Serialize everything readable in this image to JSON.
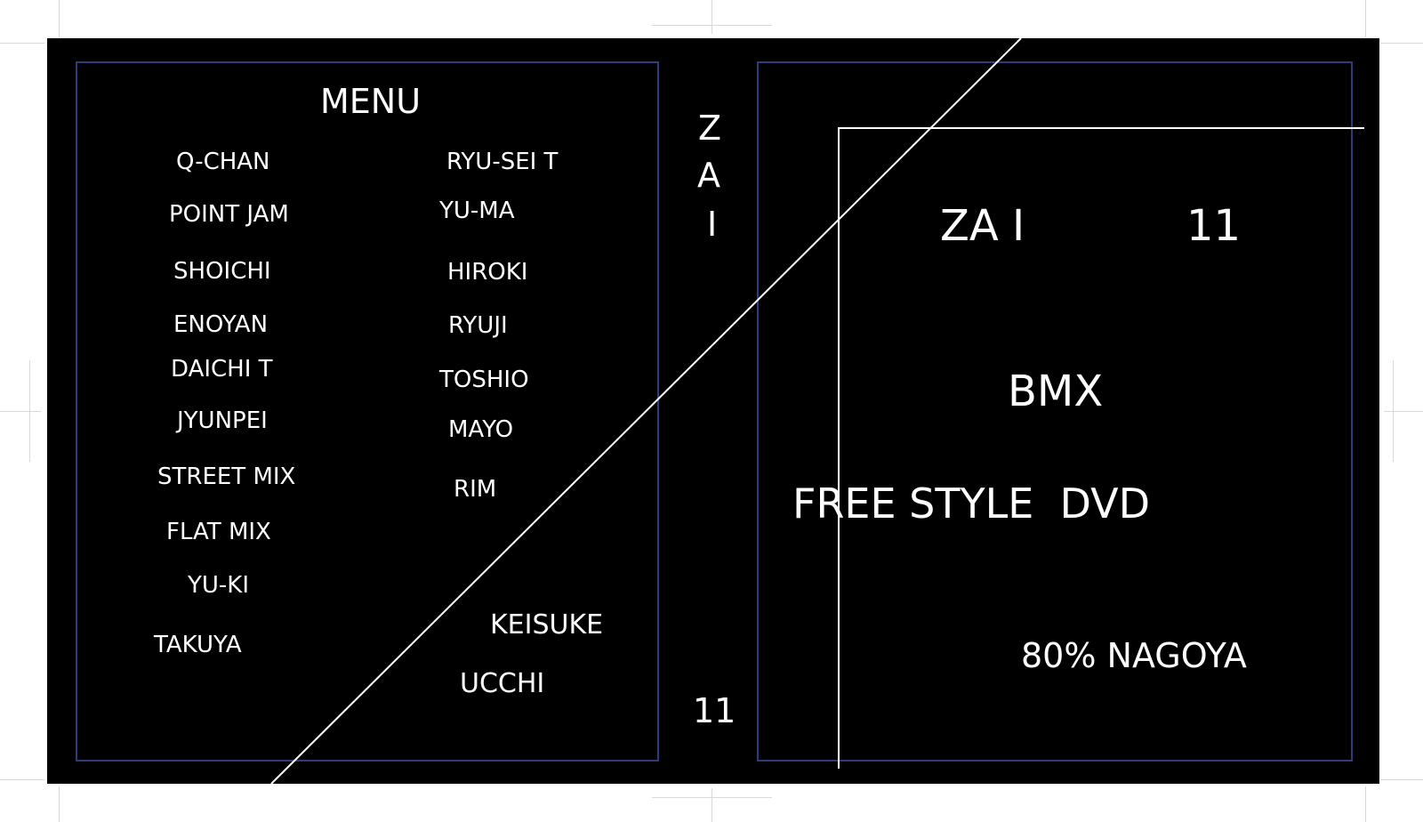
{
  "spine": {
    "letters": [
      "Z",
      "A",
      "I"
    ],
    "number": "11"
  },
  "menu": {
    "title": "MENU",
    "left_items": [
      "Q-CHAN",
      "POINT JAM",
      "SHOICHI",
      "ENOYAN",
      "DAICHI T",
      "JYUNPEI",
      "STREET MIX",
      "FLAT MIX",
      "YU-KI",
      "TAKUYA"
    ],
    "right_items": [
      "RYU-SEI T",
      "YU-MA",
      "HIROKI",
      "RYUJI",
      "TOSHIO",
      "MAYO",
      "RIM",
      "KEISUKE",
      "UCCHI"
    ]
  },
  "cover": {
    "brand": "ZA I",
    "number": "11",
    "line1": "BMX",
    "line2": "FREE STYLE  DVD",
    "line3": "80% NAGOYA"
  },
  "colors": {
    "background": "#000000",
    "text": "#ffffff",
    "frame": "#2f3b7a",
    "page": "#ffffff"
  }
}
